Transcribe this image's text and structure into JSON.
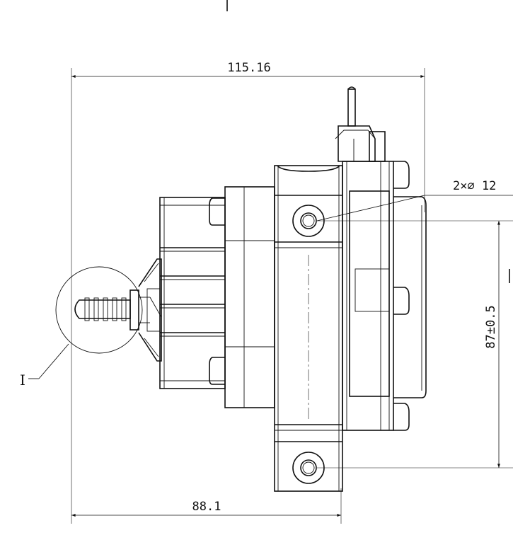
{
  "drawing": {
    "dimensions": {
      "overall_width": "115.16",
      "lower_width": "88.1",
      "hole_callout": "2×∅ 12",
      "hole_spacing": "87±0.5"
    },
    "detail_marker": "I",
    "colors": {
      "line": "#111111",
      "background": "#ffffff"
    }
  }
}
